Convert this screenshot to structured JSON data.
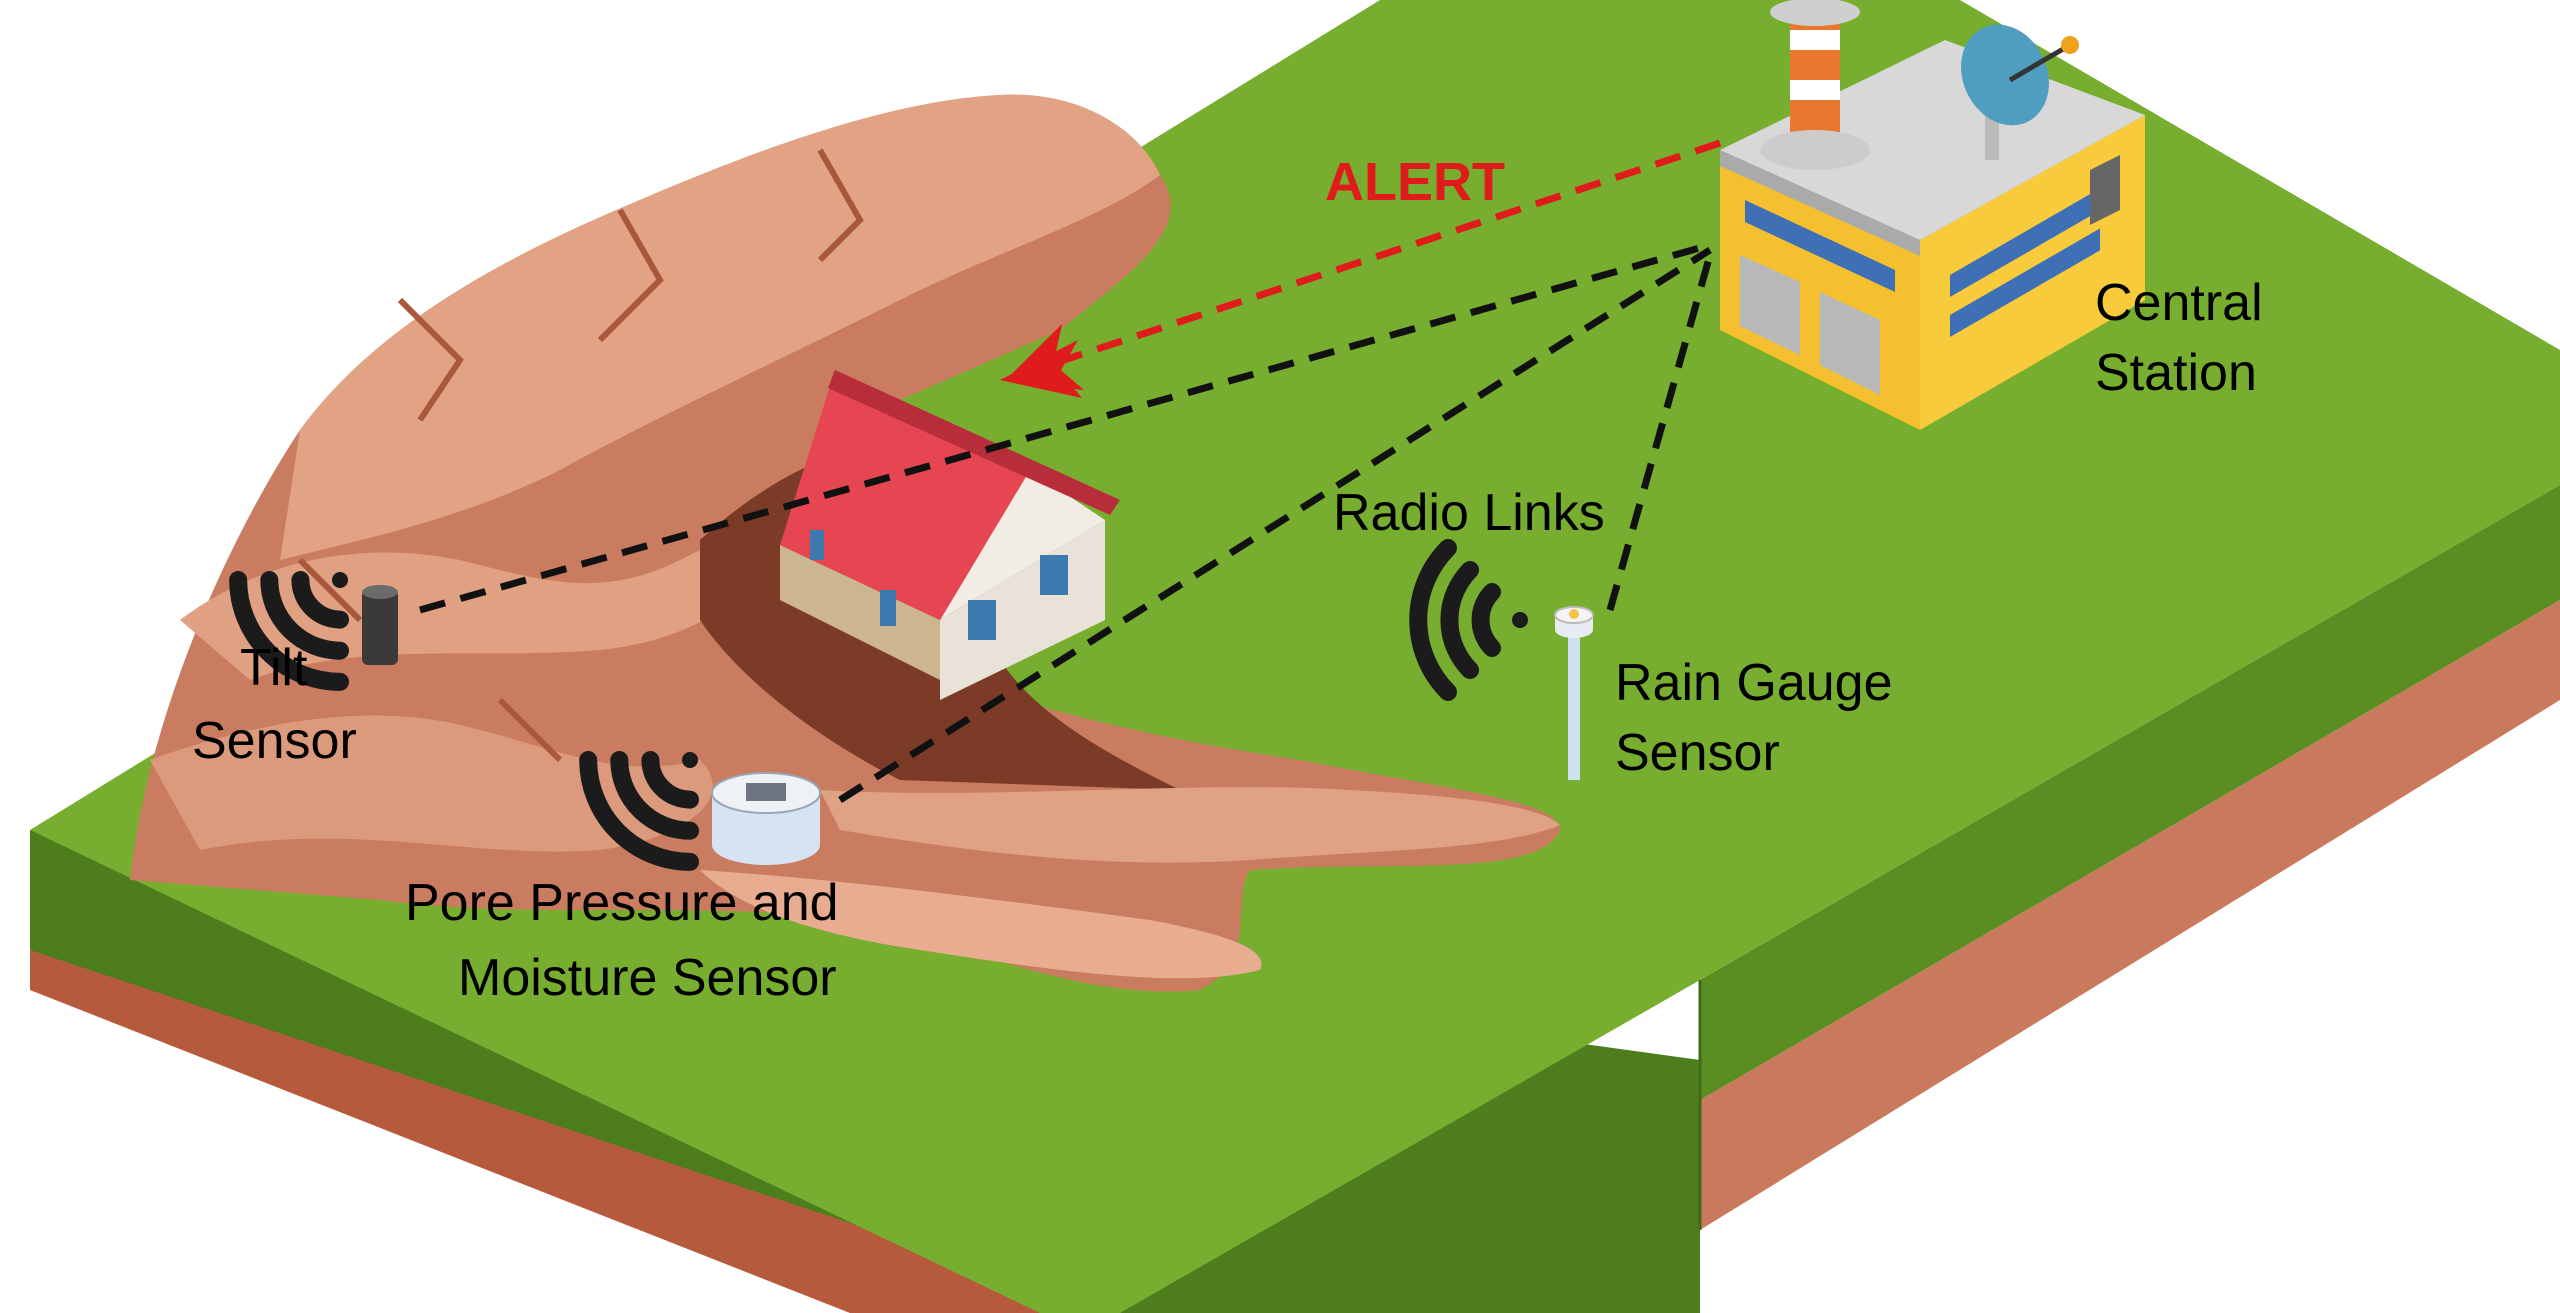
{
  "labels": {
    "alert": "ALERT",
    "central_station_line1": "Central",
    "central_station_line2": "Station",
    "radio_links": "Radio Links",
    "tilt_line1": "Tilt",
    "tilt_line2": "Sensor",
    "rain_line1": "Rain Gauge",
    "rain_line2": "Sensor",
    "pore_line1": "Pore Pressure and",
    "pore_line2": "Moisture Sensor"
  },
  "colors": {
    "ground_top": "#77ad2e",
    "ground_side_dark": "#4c7a1c",
    "soil_side": "#c9795c",
    "soil_dark": "#a9533a",
    "rock_light": "#e2a283",
    "rock_mid": "#c77c60",
    "rock_dark": "#7a3a27",
    "alert": "#e01b1b",
    "radio_link": "#111111",
    "building_yellow": "#f6c233",
    "roof_red": "#e8454f"
  }
}
